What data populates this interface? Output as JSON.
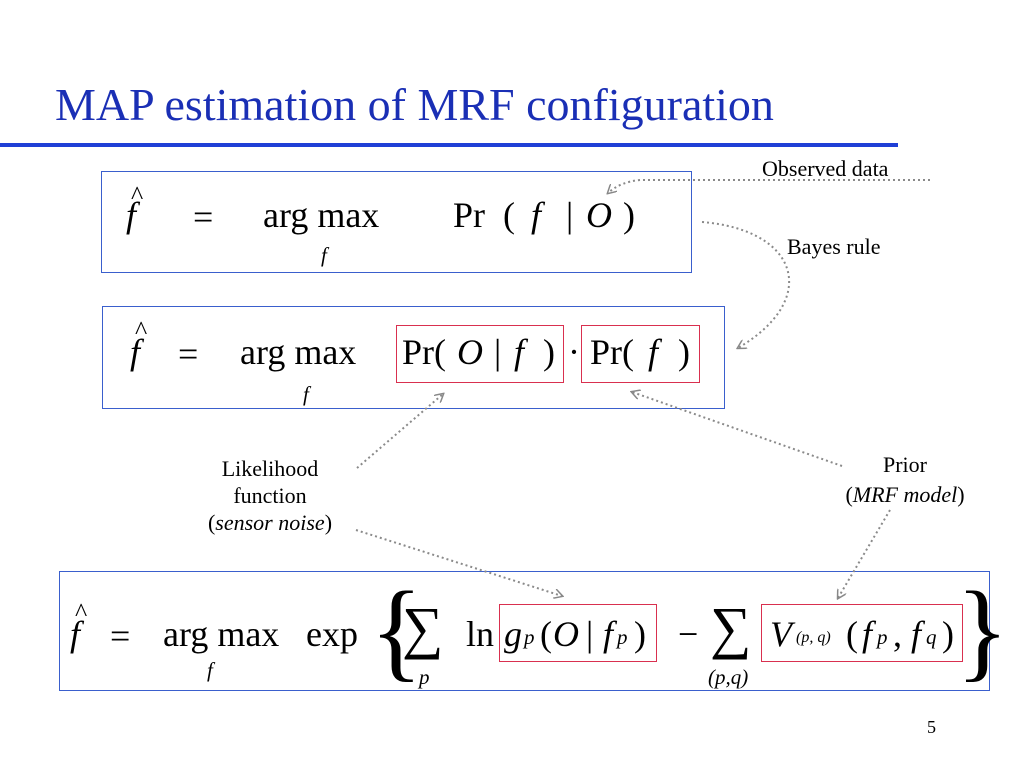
{
  "slide": {
    "title": "MAP estimation of MRF configuration",
    "page_number": "5",
    "accent_color": "#1f3fd6",
    "box_border_color": "#3a5fcd",
    "term_border_color": "#d9304f"
  },
  "annotations": {
    "observed_data": "Observed data",
    "bayes_rule": "Bayes rule",
    "likelihood_line1": "Likelihood",
    "likelihood_line2": "function",
    "likelihood_line3": "sensor noise",
    "prior_line1": "Prior",
    "prior_line2": "MRF model"
  },
  "equations": {
    "eq1": {
      "f": "f",
      "hat": "^",
      "eq": "=",
      "argmax": "arg max",
      "under": "f",
      "pr": "Pr",
      "open": "(",
      "f2": "f",
      "bar": "|",
      "O": "O",
      "close": ")"
    },
    "eq2": {
      "f": "f",
      "hat": "^",
      "eq": "=",
      "argmax": "arg max",
      "under": "f",
      "pr1": "Pr(",
      "O": "O",
      "bar": "|",
      "f2": "f",
      "close1": ")",
      "dot": "·",
      "pr2": "Pr(",
      "f3": "f",
      "close2": ")"
    },
    "eq3": {
      "f": "f",
      "hat": "^",
      "eq": "=",
      "argmax": "arg max",
      "under": "f",
      "exp": "exp",
      "brace_open": "{",
      "sum": "∑",
      "sum_sub1": "p",
      "ln": "ln",
      "g": "g",
      "gsub": "p",
      "open": "(",
      "O": "O",
      "bar": "|",
      "fp": "f",
      "fpsub": "p",
      "close": ")",
      "minus": "−",
      "sum_sub2": "(p,q)",
      "V": "V",
      "Vsub": "(p, q)",
      "open2": "(",
      "fp2": "f",
      "fp2sub": "p",
      "comma": ",",
      "fq": "f",
      "fqsub": "q",
      "close2": ")",
      "brace_close": "}"
    }
  }
}
